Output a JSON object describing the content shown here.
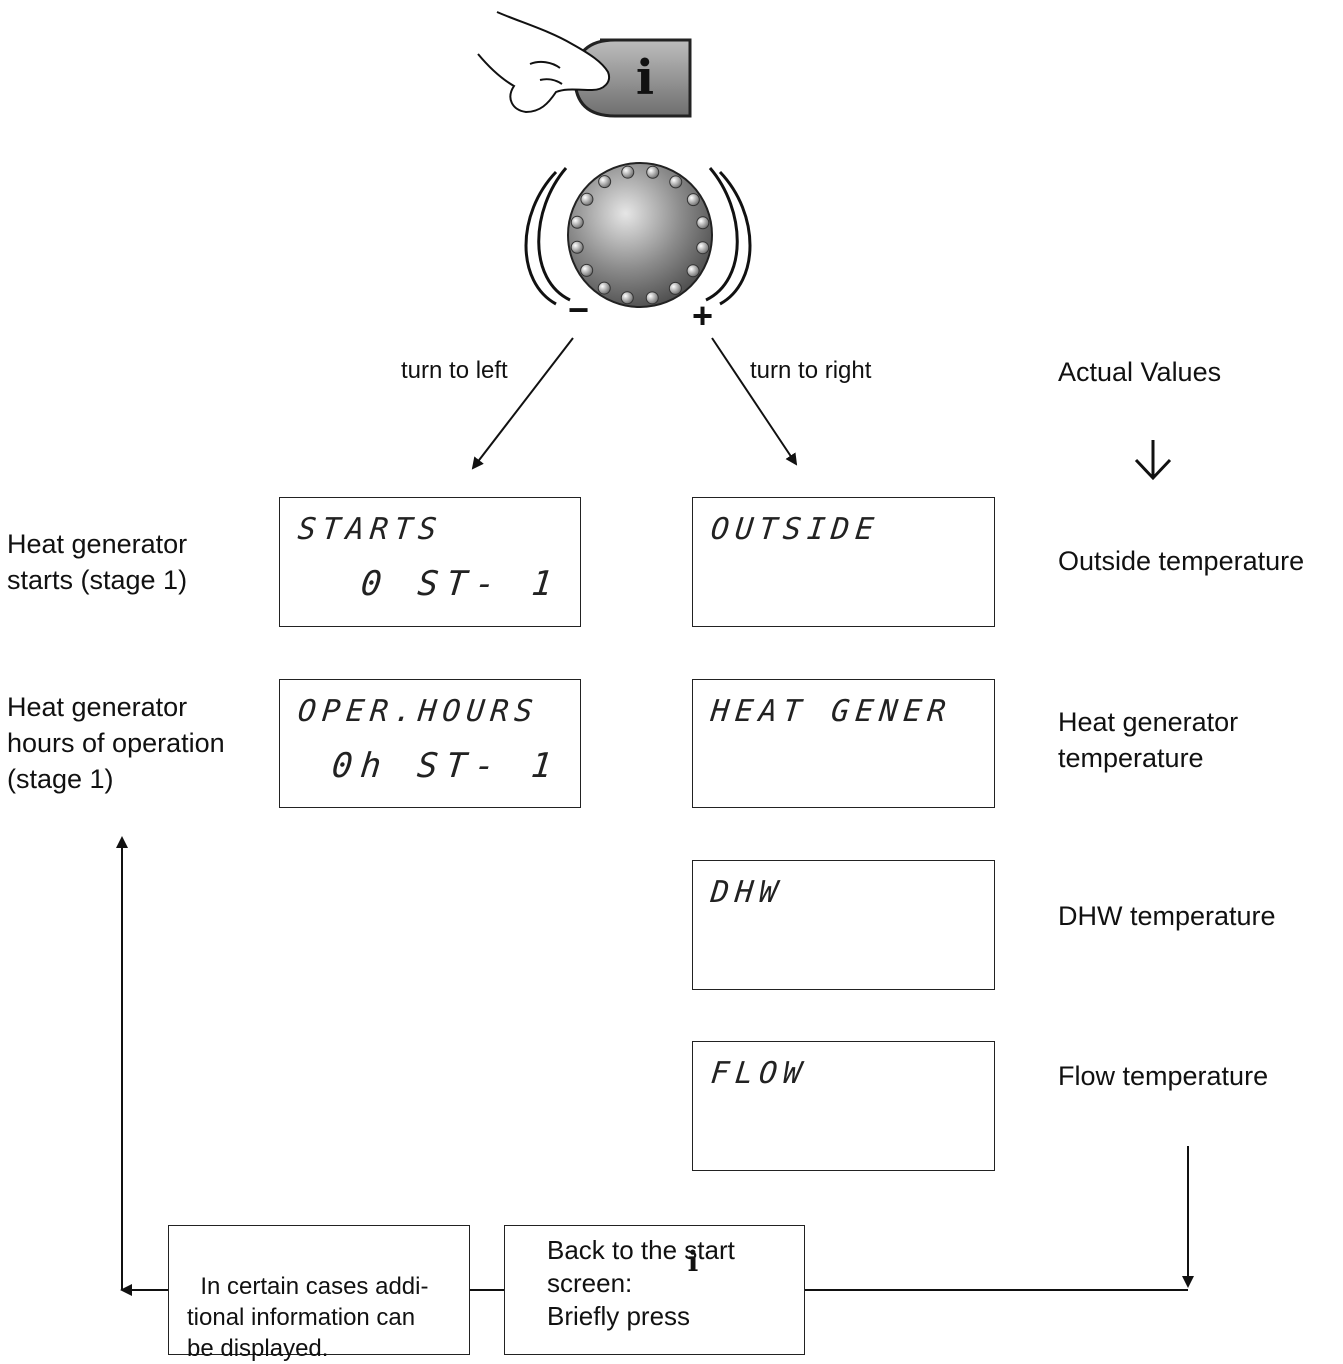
{
  "buttons": {
    "info_glyph": "i"
  },
  "knob": {
    "minus": "−",
    "plus": "+"
  },
  "arrows": {
    "turn_left": "turn to left",
    "turn_right": "turn to right"
  },
  "actual_values": {
    "heading": "Actual Values",
    "down_arrow": "↓"
  },
  "left_labels": {
    "starts": "Heat generator\nstarts (stage 1)",
    "hours": "Heat generator\nhours of operation\n(stage 1)"
  },
  "right_labels": {
    "outside": "Outside temperature",
    "heat_gen": "Heat generator\ntemperature",
    "dhw": "DHW temperature",
    "flow": "Flow temperature"
  },
  "displays": {
    "starts": {
      "top": "STARTS",
      "bottom": "0 ST- 1"
    },
    "hours": {
      "top": "OPER.HOURS",
      "bottom": "0h ST- 1"
    },
    "outside": {
      "top": "OUTSIDE"
    },
    "heat_gen": {
      "top": "HEAT  GENER"
    },
    "dhw": {
      "top": "DHW"
    },
    "flow": {
      "top": "FLOW"
    }
  },
  "notes": {
    "additional": "In certain cases addi-\ntional information can\nbe displayed.",
    "back_line1": "Back to the start",
    "back_line2": "screen:",
    "back_line3": "Briefly press"
  }
}
